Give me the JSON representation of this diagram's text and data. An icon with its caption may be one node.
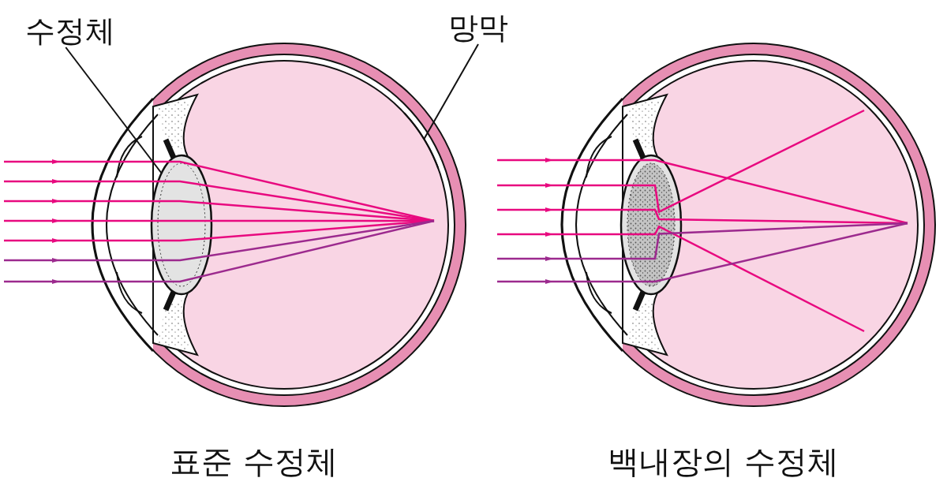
{
  "diagram": {
    "nodes": [
      {
        "text": [
          "수정체"
        ]
      },
      {
        "text": [],
        "shape": "picture"
      },
      {
        "text": [
          "망막"
        ]
      },
      {
        "text": [],
        "shape": "picture"
      }
    ],
    "edges": [
      {
        "from": 0,
        "to": 1,
        "arrow": "none"
      },
      {
        "from": 2,
        "to": 3,
        "arrow": "none"
      }
    ],
    "labels": [
      "표준 수정체",
      "백내장의 수정체"
    ]
  }
}
